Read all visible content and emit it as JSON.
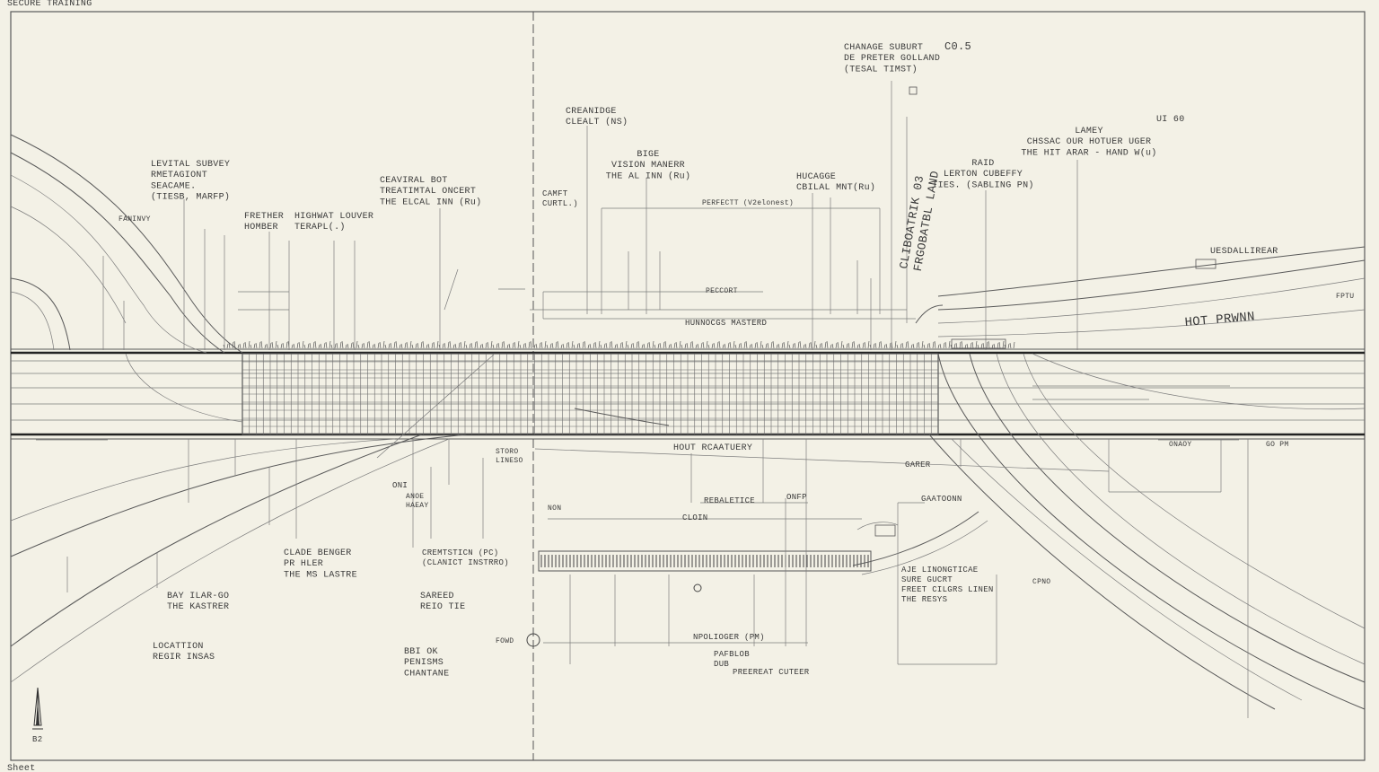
{
  "header": {
    "title": "SECURE TRAINING"
  },
  "footer": {
    "label": "Sheet",
    "north_label": "B2"
  },
  "colors": {
    "paper": "#f3f1e6",
    "ink": "#3a3a3a",
    "line": "#5a5a5a",
    "heavy": "#222222"
  },
  "labels": {
    "l01": [
      "CHANAGE SUBURT",
      "DE PRETER GOLLAND",
      "(TESAL TIMST)"
    ],
    "l02": [
      "C0.5"
    ],
    "l03": [
      "CREANIDGE",
      "CLEALT (NS)"
    ],
    "l04": [
      "BIGE",
      "VISION MANERR",
      "THE AL INN (Ru)"
    ],
    "l05": [
      "LEVITAL SUBVEY",
      "RMETAGIONT",
      "SEACAME.",
      "(TIESB, MARFP)"
    ],
    "l06": [
      "CEAVIRAL BOT",
      "TREATIMTAL ONCERT",
      "THE ELCAL INN (Ru)"
    ],
    "l07": [
      "FRETHER",
      "HOMBER"
    ],
    "l08": [
      "HIGHWAT LOUVER",
      "TERAPL(.)"
    ],
    "l09": [
      "CAMFT",
      "CURTL.)"
    ],
    "l10": [
      "PERFECTT (V2elonest)"
    ],
    "l11": [
      "HUCAGGE",
      "CBILAL MNT(Ru)"
    ],
    "l12": [
      "LAMEY",
      "CHSSAC OUR HOTUER UGER",
      "THE HIT ARAR - HAND W(u)"
    ],
    "l13": [
      "RAID",
      "LERTON CUBEFFY",
      "TIES. (SABLING PN)"
    ],
    "l14": [
      "CLIBOATRIK 03",
      "FRGOBATBL LAND"
    ],
    "l15": [
      "UI 60"
    ],
    "l16": [
      "UESDALLIREAR"
    ],
    "l17": [
      "HUNNOCGS MASTERD"
    ],
    "l18": [
      "PECCORT"
    ],
    "l19": [
      "HOUT RCAATUERY"
    ],
    "l20": [
      "REBALETICE"
    ],
    "l21": [
      "ONFP"
    ],
    "l22": [
      "CLOIN"
    ],
    "l23": [
      "GARER"
    ],
    "l24": [
      "GAATOONN"
    ],
    "l25": [
      "CLADE BENGER",
      "PR HLER",
      "THE MS LASTRE"
    ],
    "l26": [
      "CREMTSTICN (PC)",
      "(CLANICT INSTRRO)"
    ],
    "l27": [
      "BAY ILAR-GO",
      "THE KASTRER"
    ],
    "l28": [
      "SAREED",
      "REIO TIE"
    ],
    "l29": [
      "LOCATTION",
      "REGIR INSAS"
    ],
    "l30": [
      "BBI OK",
      "PENISMS",
      "CHANTANE"
    ],
    "l31": [
      "AJE LINONGTICAE",
      "SURE GUCRT",
      "FREET CILGRS LINEN",
      "THE RESYS"
    ],
    "l32": [
      "NPOLIOGER (PM)"
    ],
    "l33": [
      "PAFBLOB",
      "DUB"
    ],
    "l34": [
      "PREEREAT CUTEER"
    ],
    "l35": [
      "FOWD"
    ],
    "l36": [
      "CPNO"
    ],
    "l37": [
      "HOT PRWNN"
    ],
    "l38": [
      "FANINVY"
    ],
    "l39": [
      "STORO",
      "LINESO"
    ],
    "l40": [
      "ONAOY"
    ],
    "l41": [
      "GO PM"
    ],
    "l42": [
      "ANOE",
      "HAEAY"
    ],
    "l43": [
      "ONI"
    ],
    "l44": [
      "NON"
    ],
    "l45": [
      "FPTU"
    ]
  }
}
